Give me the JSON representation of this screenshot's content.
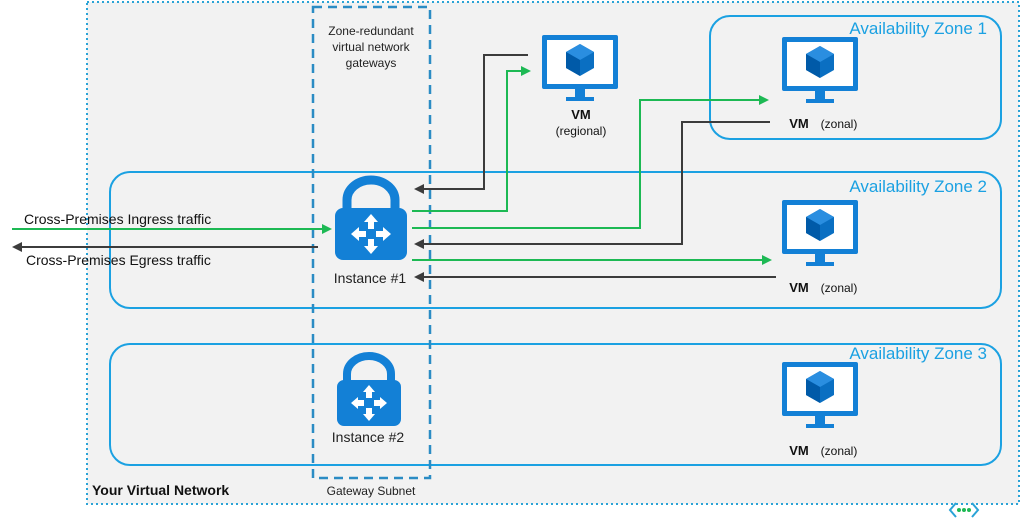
{
  "vnet": {
    "label": "Your Virtual Network"
  },
  "gateway": {
    "title_lines": [
      "Zone-redundant",
      "virtual network",
      "gateways"
    ],
    "subnet_label": "Gateway Subnet",
    "instance1_label": "Instance #1",
    "instance2_label": "Instance #2"
  },
  "zones": [
    {
      "label": "Availability Zone 1"
    },
    {
      "label": "Availability Zone 2"
    },
    {
      "label": "Availability Zone 3"
    }
  ],
  "vms": [
    {
      "name": "VM",
      "kind": "(regional)"
    },
    {
      "name": "VM",
      "kind": "(zonal)"
    },
    {
      "name": "VM",
      "kind": "(zonal)"
    },
    {
      "name": "VM",
      "kind": "(zonal)"
    }
  ],
  "traffic": {
    "ingress": "Cross-Premises Ingress traffic",
    "egress": "Cross-Premises Egress traffic"
  },
  "colors": {
    "azure_blue": "#0078d4",
    "zone_border": "#1ba1e2",
    "zone_text": "#1ba1e2",
    "green_flow": "#1db954",
    "dark_flow": "#3c3c3c",
    "vnet_fill": "#f2f2f2"
  },
  "icons": {
    "gateway": "lock-router-icon",
    "vm": "monitor-cube-icon",
    "nav": "chevron-dots-icon"
  }
}
